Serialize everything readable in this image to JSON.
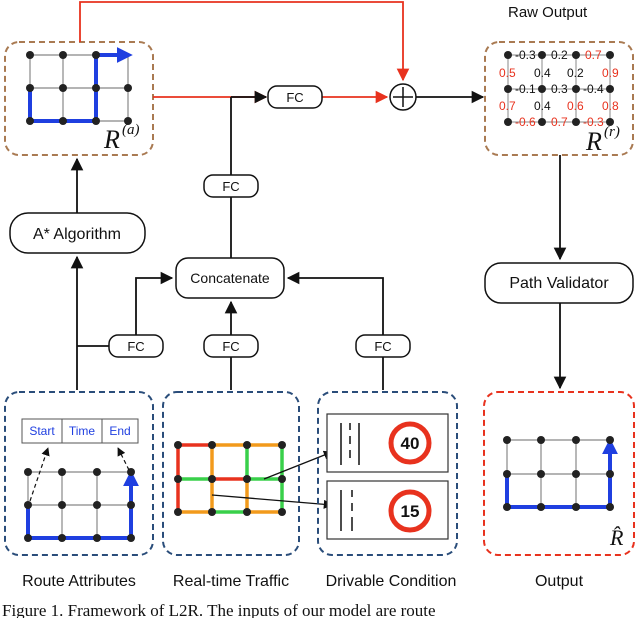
{
  "labels": {
    "raw_output": "Raw Output",
    "fc": "FC",
    "a_star": "A* Algorithm",
    "concatenate": "Concatenate",
    "path_validator": "Path Validator",
    "route_attr_start": "Start",
    "route_attr_time": "Time",
    "route_attr_end": "End",
    "speed_40": "40",
    "speed_15": "15",
    "route_attributes": "Route Attributes",
    "realtime_traffic": "Real-time Traffic",
    "drivable_condition": "Drivable Condition",
    "output": "Output",
    "r_a_base": "R",
    "r_a_sup": "(a)",
    "r_r_base": "R",
    "r_r_sup": "(r)",
    "r_hat": "R̂",
    "caption": "Figure 1. Framework of L2R. The inputs of our model are route"
  },
  "raw_output_values": [
    [
      "-0.3",
      "0.2",
      "0.7"
    ],
    [
      "0.5",
      "0.4",
      "0.2",
      "0.9"
    ],
    [
      "-0.1",
      "0.3",
      "-0.4"
    ],
    [
      "0.7",
      "0.4",
      "0.6",
      "0.8"
    ],
    [
      "-0.6",
      "0.7",
      "-0.3"
    ]
  ],
  "colors": {
    "red_arrow": "#e8321e",
    "path_blue": "#1f3fe0",
    "box_brown": "#a97a52",
    "box_navy": "#2a4d7a",
    "box_red": "#e8321e",
    "traffic_red": "#e8321e",
    "traffic_orange": "#f29a1c",
    "traffic_green": "#39d04a"
  }
}
